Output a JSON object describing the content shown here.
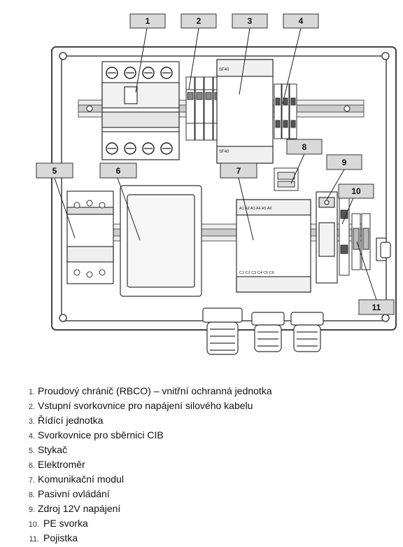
{
  "callouts": [
    {
      "number": "1"
    },
    {
      "number": "2"
    },
    {
      "number": "3"
    },
    {
      "number": "4"
    },
    {
      "number": "5"
    },
    {
      "number": "6"
    },
    {
      "number": "7"
    },
    {
      "number": "8"
    },
    {
      "number": "9"
    },
    {
      "number": "10"
    },
    {
      "number": "11"
    }
  ],
  "legend": [
    {
      "number": "1.",
      "text": "Proudový chránič (RBCO) – vnitřní ochranná jednotka"
    },
    {
      "number": "2.",
      "text": "Vstupní svorkovnice pro napájení silového kabelu"
    },
    {
      "number": "3.",
      "text": "Řídící jednotka"
    },
    {
      "number": "4.",
      "text": "Svorkovnice pro sběrnici CIB"
    },
    {
      "number": "5.",
      "text": "Stykač"
    },
    {
      "number": "6.",
      "text": "Elektroměr"
    },
    {
      "number": "7.",
      "text": "Komunikační modul"
    },
    {
      "number": "8.",
      "text": "Pasivní ovládání"
    },
    {
      "number": "9.",
      "text": "Zdroj 12V napájení"
    },
    {
      "number": "10.",
      "text": "PE svorka"
    },
    {
      "number": "11.",
      "text": "Pojistka"
    }
  ],
  "device_labels": {
    "module_3_top": "SF40",
    "module_3_bottom": "SF40",
    "module_7_top": "A1 A2 A3 A4 A5 A6",
    "module_7_bottom": "C1 C2 C3 C4 C5 C6"
  },
  "colors": {
    "enclosure_stroke": "#444444",
    "callout_fill": "#d9d9d9",
    "line": "#222222"
  }
}
